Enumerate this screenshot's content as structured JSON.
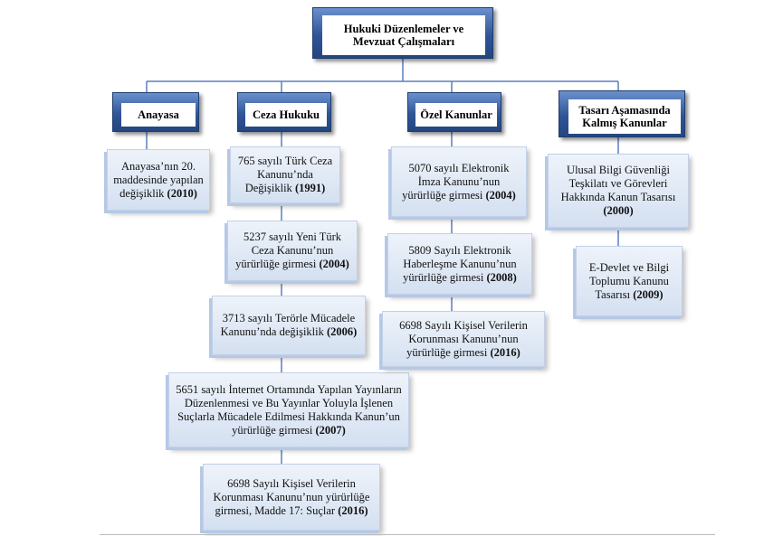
{
  "root": {
    "line1": "Hukuki Düzenlemeler  ve",
    "line2": "Mevzuat Çalışmaları"
  },
  "categories": [
    {
      "label": "Anayasa"
    },
    {
      "label": "Ceza Hukuku"
    },
    {
      "label": "Özel Kanunlar"
    },
    {
      "label": "Tasarı Aşamasında Kalmış Kanunlar"
    }
  ],
  "anayasa_items": [
    {
      "text": "Anayasa’nın 20. maddesinde yapılan değişiklik",
      "year": "(2010)"
    }
  ],
  "ceza_items": [
    {
      "text": "765 sayılı Türk Ceza Kanunu’nda Değişiklik",
      "year": "(1991)"
    },
    {
      "text": "5237 sayılı Yeni Türk Ceza Kanunu’nun yürürlüğe girmesi",
      "year": "(2004)"
    },
    {
      "text": "3713 sayılı Terörle Mücadele Kanunu’nda değişiklik",
      "year": "(2006)"
    },
    {
      "text": "5651 sayılı İnternet Ortamında Yapılan Yayınların Düzenlenmesi  ve Bu Yayınlar Yoluyla İşlenen Suçlarla Mücadele Edilmesi Hakkında Kanun’un yürürlüğe girmesi",
      "year": "(2007)"
    },
    {
      "text": "6698 Sayılı Kişisel Verilerin Korunması Kanunu’nun yürürlüğe girmesi, Madde 17: Suçlar",
      "year": "(2016)"
    }
  ],
  "ozel_items": [
    {
      "text": "5070 sayılı Elektronik İmza Kanunu’nun yürürlüğe girmesi",
      "year": "(2004)"
    },
    {
      "text": "5809 Sayılı Elektronik Haberleşme Kanunu’nun yürürlüğe girmesi",
      "year": "(2008)"
    },
    {
      "text": "6698 Sayılı Kişisel Verilerin Korunması Kanunu’nun yürürlüğe girmesi",
      "year": "(2016)"
    }
  ],
  "tasari_items": [
    {
      "text": "Ulusal Bilgi Güvenliği Teşkilatı ve Görevleri Hakkında Kanun Tasarısı",
      "year": "(2000)"
    },
    {
      "text": "E-Devlet ve Bilgi Toplumu Kanunu Tasarısı",
      "year": "(2009)"
    }
  ]
}
